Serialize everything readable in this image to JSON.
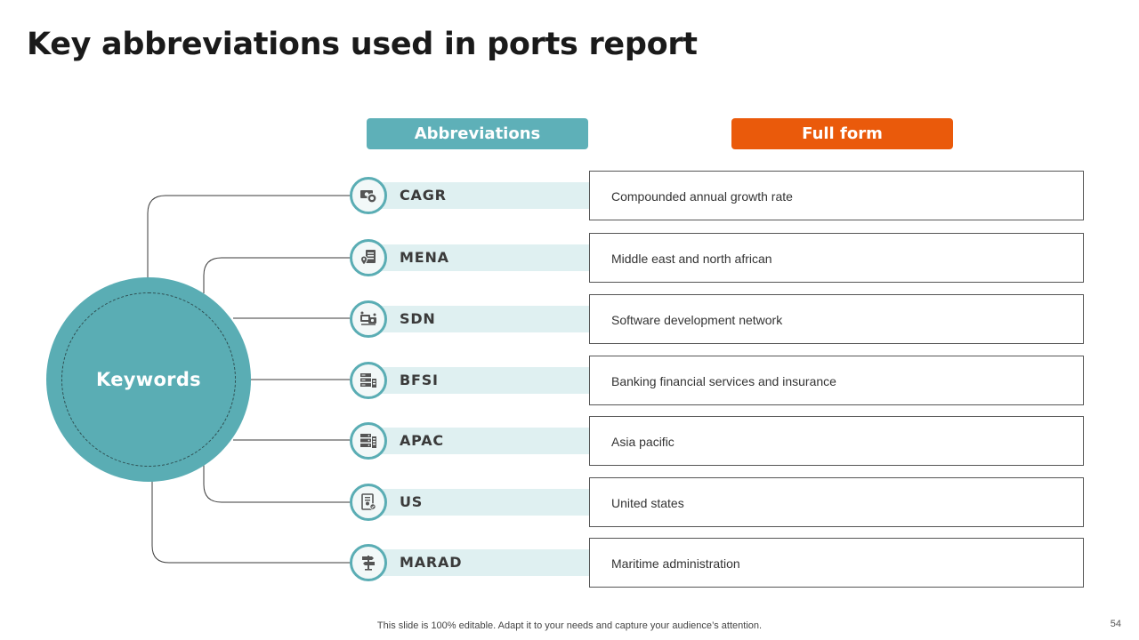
{
  "slide": {
    "title": "Key abbreviations used in ports report",
    "headers": {
      "abbreviations": "Abbreviations",
      "full_form": "Full form"
    },
    "center_label": "Keywords",
    "rows": [
      {
        "abbr": "CAGR",
        "full": "Compounded annual growth rate",
        "icon": "money-coins-icon"
      },
      {
        "abbr": "MENA",
        "full": "Middle east and north african",
        "icon": "document-map-pin-icon"
      },
      {
        "abbr": "SDN",
        "full": "Software development network",
        "icon": "network-devices-icon"
      },
      {
        "abbr": "BFSI",
        "full": "Banking financial services and insurance",
        "icon": "bank-servers-icon"
      },
      {
        "abbr": "APAC",
        "full": "Asia pacific",
        "icon": "server-rack-icon"
      },
      {
        "abbr": "US",
        "full": "United states",
        "icon": "certificate-document-icon"
      },
      {
        "abbr": "MARAD",
        "full": "Maritime administration",
        "icon": "signpost-icon"
      }
    ],
    "footer_note": "This slide is 100% editable. Adapt it to your needs and capture your audience’s attention.",
    "page_number": "54"
  },
  "colors": {
    "teal": "#5eb0b8",
    "orange": "#ea5a0b",
    "band": "#dff0f1"
  }
}
